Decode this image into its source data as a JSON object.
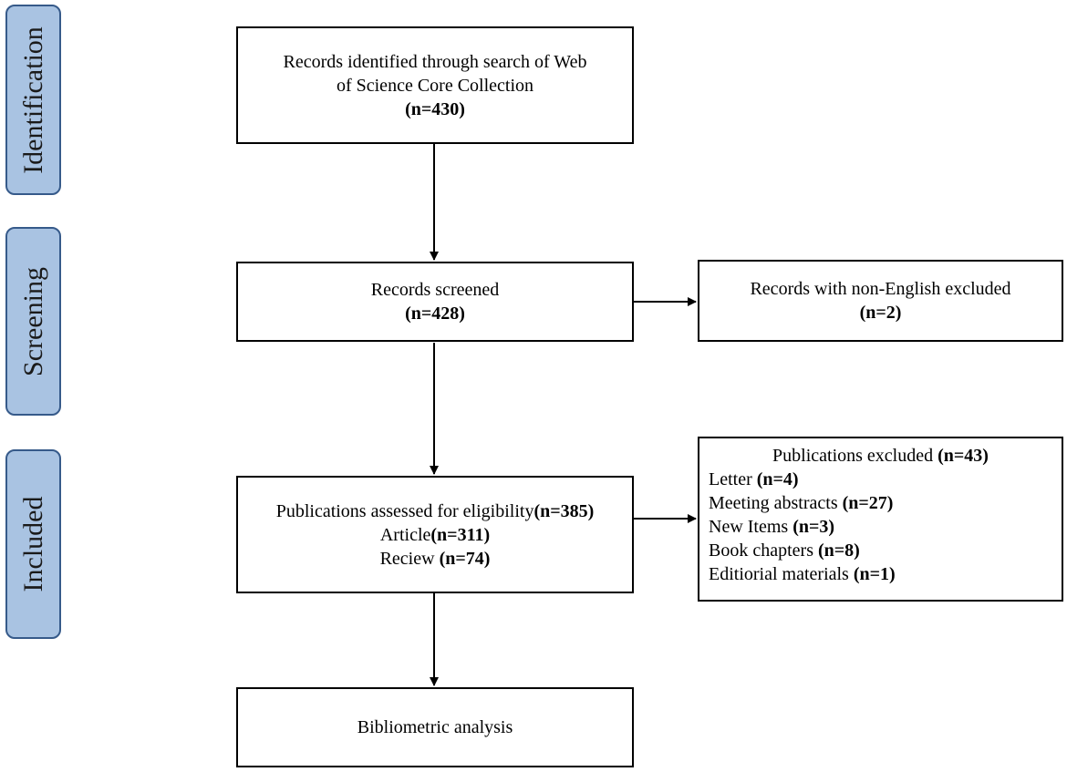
{
  "stages": {
    "identification": "Identification",
    "screening": "Screening",
    "included": "Included"
  },
  "boxes": {
    "identified": {
      "line1": "Records identified through search of Web",
      "line2": "of Science Core Collection",
      "count": "(n=430)"
    },
    "screened": {
      "label": "Records screened",
      "count": "(n=428)"
    },
    "non_english": {
      "label": "Records with non-English excluded",
      "count": "(n=2)"
    },
    "assessed": {
      "label": "Publications assessed for eligibility",
      "count": "(n=385)",
      "article_label": "Article",
      "article_count": "(n=311)",
      "review_label": "Reciew ",
      "review_count": "(n=74)"
    },
    "excluded": {
      "title": "Publications  excluded ",
      "title_count": "(n=43)",
      "items": [
        {
          "label": "Letter ",
          "count": "(n=4)"
        },
        {
          "label": "Meeting abstracts ",
          "count": "(n=27)"
        },
        {
          "label": "New Items ",
          "count": "(n=3)"
        },
        {
          "label": "Book chapters ",
          "count": "(n=8)"
        },
        {
          "label": "Editiorial materials ",
          "count": "(n=1)"
        }
      ]
    },
    "analysis": {
      "label": "Bibliometric analysis"
    }
  }
}
